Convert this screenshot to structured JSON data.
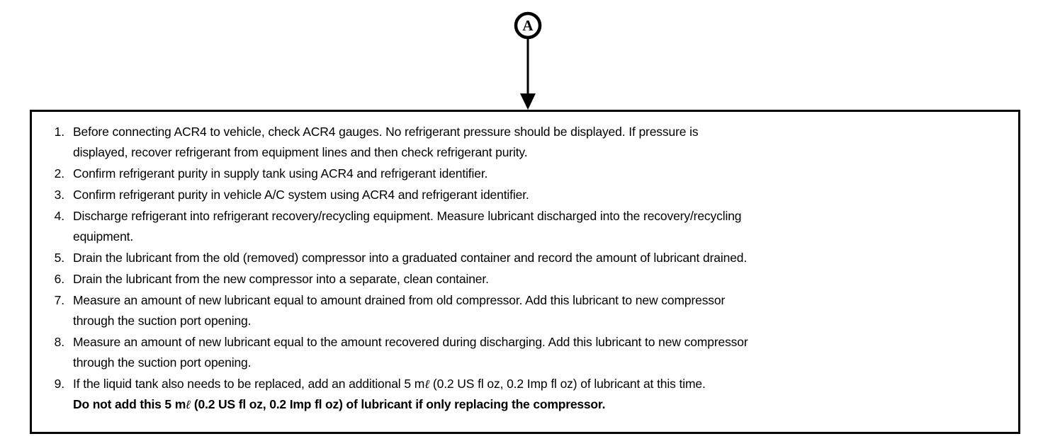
{
  "callout": {
    "label": "A",
    "icon": "circled-letter-callout",
    "arrow_icon": "down-arrow-leader-line"
  },
  "procedure": {
    "steps": [
      {
        "number": "1.",
        "lines": [
          "Before connecting ACR4 to vehicle, check ACR4 gauges. No refrigerant pressure should be displayed. If pressure is",
          "displayed, recover refrigerant from equipment lines and then check refrigerant purity."
        ]
      },
      {
        "number": "2.",
        "lines": [
          "Confirm refrigerant purity in supply tank using ACR4 and refrigerant identifier."
        ]
      },
      {
        "number": "3.",
        "lines": [
          "Confirm refrigerant purity in vehicle A/C system using ACR4 and refrigerant identifier."
        ]
      },
      {
        "number": "4.",
        "lines": [
          "Discharge refrigerant into refrigerant recovery/recycling equipment. Measure lubricant discharged into the recovery/recycling",
          "equipment."
        ]
      },
      {
        "number": "5.",
        "lines": [
          "Drain the lubricant from the old (removed) compressor into a graduated container and record the amount of lubricant drained."
        ]
      },
      {
        "number": "6.",
        "lines": [
          "Drain the lubricant from the new compressor into a separate, clean container."
        ]
      },
      {
        "number": "7.",
        "lines": [
          "Measure an amount of new lubricant equal to amount drained from old compressor. Add this lubricant to new compressor",
          "through the suction port opening."
        ]
      },
      {
        "number": "8.",
        "lines": [
          "Measure an amount of new lubricant equal to the amount recovered during discharging. Add this lubricant to new compressor",
          "through the suction port opening."
        ]
      },
      {
        "number": "9.",
        "lines": [
          "If the liquid tank also needs to be replaced, add an additional 5 mℓ (0.2 US fl oz, 0.2 Imp fl oz) of lubricant at this time.",
          "Do not add this 5 mℓ (0.2 US fl oz, 0.2 Imp fl oz) of lubricant if only replacing the compressor."
        ],
        "bold_lines": [
          1
        ]
      }
    ]
  },
  "colors": {
    "ink": "#000000",
    "paper": "#ffffff"
  }
}
